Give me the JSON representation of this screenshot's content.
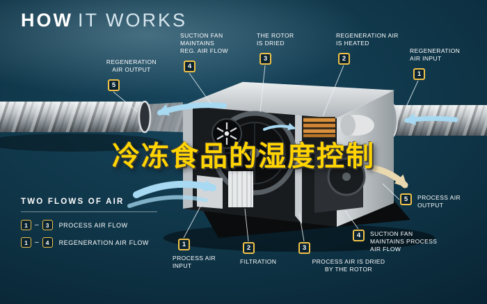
{
  "title": {
    "word_bold": "HOW",
    "word_light": "IT WORKS"
  },
  "overlay_text": "冷冻食品的湿度控制",
  "colors": {
    "background": "#0c2f41",
    "accent_yellow": "#f2c249",
    "overlay_yellow": "#ffd400",
    "arrow_blue": "#a7d9f2",
    "arrow_cream": "#ead9b0",
    "heater_orange": "#d9913e"
  },
  "icons": {
    "airflow_arrow": "curved-arrow",
    "number_badge": "yellow-bordered-square"
  },
  "callouts": [
    {
      "num": "5",
      "label": "REGENERATION\nAIR OUTPUT"
    },
    {
      "num": "4",
      "label": "SUCTION FAN\nMAINTAINS\nREG. AIR FLOW"
    },
    {
      "num": "3",
      "label": "THE ROTOR\nIS DRIED"
    },
    {
      "num": "2",
      "label": "REGENERATION AIR\nIS HEATED"
    },
    {
      "num": "1",
      "label": "REGENERATION\nAIR INPUT"
    },
    {
      "num": "5",
      "label": "PROCESS AIR\nOUTPUT"
    },
    {
      "num": "4",
      "label": "SUCTION FAN\nMAINTAINS PROCESS\nAIR FLOW"
    },
    {
      "num": "3",
      "label": "PROCESS AIR IS DRIED\nBY THE ROTOR"
    },
    {
      "num": "2",
      "label": "FILTRATION"
    },
    {
      "num": "1",
      "label": "PROCESS AIR\nINPUT"
    }
  ],
  "legend": {
    "heading": "TWO FLOWS OF AIR",
    "rows": [
      {
        "from": "1",
        "dash": "–",
        "to": "3",
        "label": "PROCESS AIR FLOW"
      },
      {
        "from": "1",
        "dash": "–",
        "to": "4",
        "label": "REGENERATION AIR FLOW"
      }
    ]
  }
}
